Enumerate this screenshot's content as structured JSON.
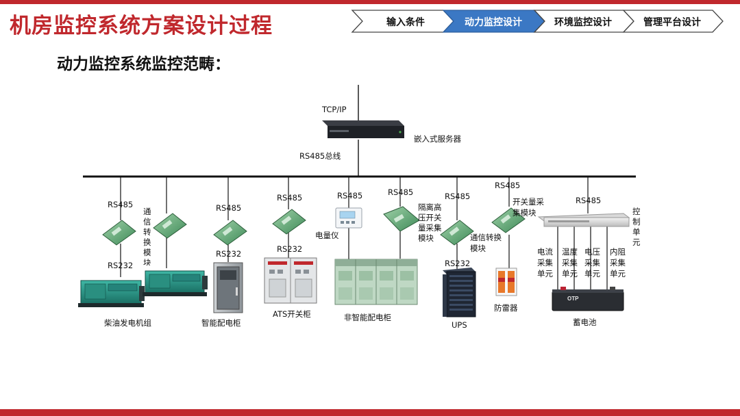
{
  "header": {
    "title": "机房监控系统方案设计过程",
    "steps": [
      {
        "label": "输入条件",
        "active": false
      },
      {
        "label": "动力监控设计",
        "active": true
      },
      {
        "label": "环境监控设计",
        "active": false
      },
      {
        "label": "管理平台设计",
        "active": false
      }
    ]
  },
  "subtitle": "动力监控系统监控范畴：",
  "colors": {
    "brand_red": "#c0282d",
    "active_step": "#3b78c4",
    "bus_line": "#111111"
  },
  "diagram": {
    "top": {
      "protocol": "TCP/IP",
      "server_label": "嵌入式服务器",
      "bus_label": "RS485总线"
    },
    "branches": {
      "generator": {
        "rs485": "RS485",
        "rs232": "RS232",
        "converter_label": "通信转换模块",
        "device_label": "柴油发电机组"
      },
      "smart_cabinet": {
        "rs485": "RS485",
        "rs232": "RS232",
        "device_label": "智能配电柜"
      },
      "ats": {
        "rs485": "RS485",
        "rs232": "RS232",
        "device_label": "ATS开关柜"
      },
      "meter": {
        "rs485": "RS485",
        "meter_label": "电量仪"
      },
      "hv_module": {
        "rs485": "RS485",
        "module_label": "隔离高压开关量采集模块",
        "device_label": "非智能配电柜"
      },
      "ups": {
        "rs485": "RS485",
        "rs232": "RS232",
        "converter_label": "通信转换模块",
        "device_label": "UPS"
      },
      "surge": {
        "rs485": "RS485",
        "module_label": "开关量采集模块",
        "device_label": "防雷器"
      },
      "battery": {
        "rs485": "RS485",
        "control_label": "控制单元",
        "units": [
          "电流采集单元",
          "温度采集单元",
          "电压采集单元",
          "内阻采集单元"
        ],
        "device_label": "蓄电池",
        "brand": "OTP"
      }
    }
  }
}
